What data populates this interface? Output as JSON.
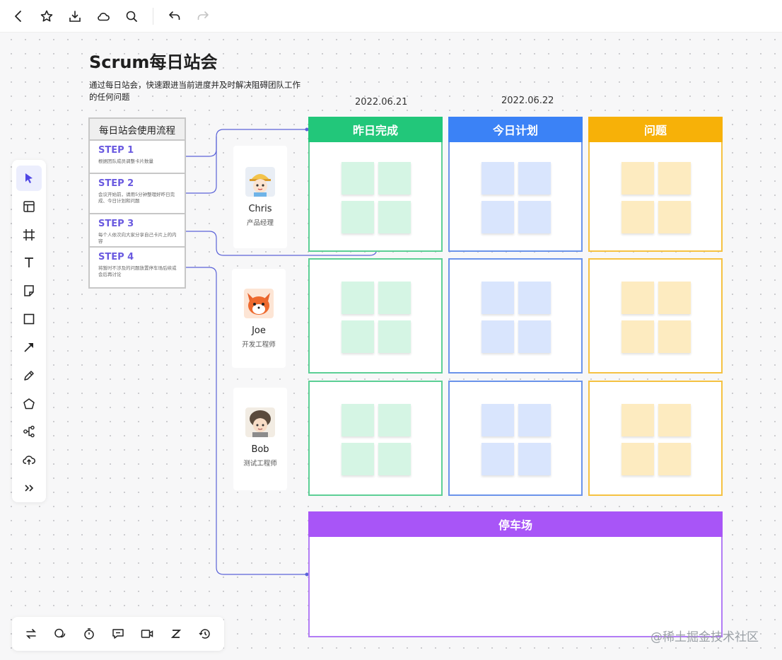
{
  "board": {
    "title": "Scrum每日站会",
    "subtitle": "通过每日站会，快速跟进当前进度并及时解决阻碍团队工作的任何问题",
    "dates": [
      "2022.06.21",
      "2022.06.22"
    ]
  },
  "steps": {
    "header": "每日站会使用流程",
    "items": [
      {
        "title": "STEP 1",
        "desc": "根据团队成员调整卡片数量"
      },
      {
        "title": "STEP 2",
        "desc": "会议开始前，请用5分钟整理好昨日完成、今日计划和问题"
      },
      {
        "title": "STEP 3",
        "desc": "每个人依次向大家分享自己卡片上的内容"
      },
      {
        "title": "STEP 4",
        "desc": "将暂时不涉及的问题放置停车场后续或会后再讨论"
      }
    ]
  },
  "people": [
    {
      "name": "Chris",
      "role": "产品经理"
    },
    {
      "name": "Joe",
      "role": "开发工程师"
    },
    {
      "name": "Bob",
      "role": "测试工程师"
    }
  ],
  "columns": [
    {
      "label": "昨日完成",
      "color": "#22c77a",
      "border": "#5ccf95",
      "note": "#d5f5e4"
    },
    {
      "label": "今日计划",
      "color": "#3b82f6",
      "border": "#6b93ea",
      "note": "#d9e5fd"
    },
    {
      "label": "问题",
      "color": "#f7b108",
      "border": "#f5c242",
      "note": "#fdebc0"
    }
  ],
  "parking": {
    "label": "停车场"
  },
  "watermark": "@稀土掘金技术社区",
  "icons": {
    "topbar": [
      "back-icon",
      "star-icon",
      "download-icon",
      "cloud-icon",
      "search-icon",
      "undo-icon",
      "redo-icon"
    ],
    "left_toolbar": [
      "pointer-icon",
      "template-icon",
      "frame-icon",
      "text-icon",
      "sticky-note-icon",
      "rectangle-icon",
      "arrow-icon",
      "pen-icon",
      "shape-icon",
      "mindmap-icon",
      "upload-icon",
      "more-icon"
    ],
    "bottom_toolbar": [
      "switch-icon",
      "comment-icon",
      "timer-icon",
      "chat-icon",
      "video-icon",
      "zzz-icon",
      "history-icon"
    ]
  }
}
